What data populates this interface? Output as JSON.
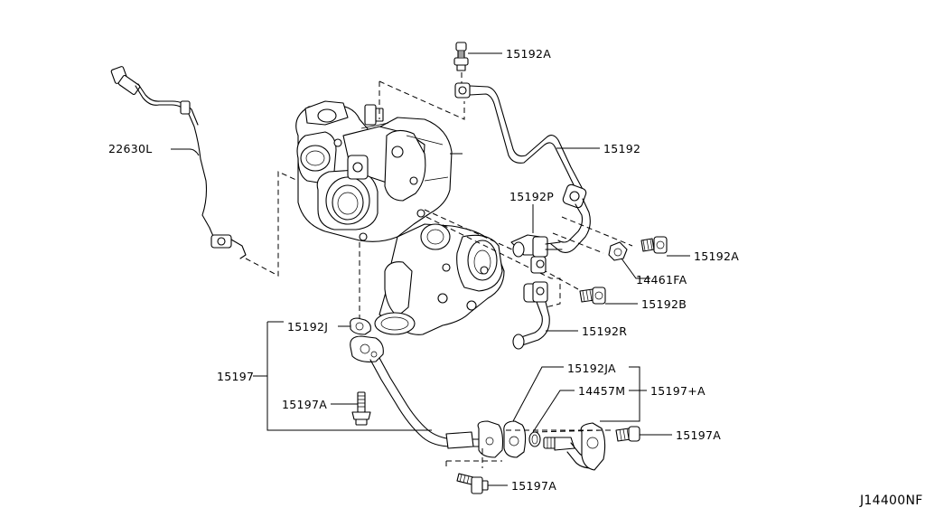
{
  "diagram": {
    "drawing_code": "J14400NF",
    "labels": {
      "p15192A_top": "15192A",
      "p15192": "15192",
      "p22630L": "22630L",
      "p15192P": "15192P",
      "p15192A_right": "15192A",
      "p14461FA": "14461FA",
      "p15192B": "15192B",
      "p15192J": "15192J",
      "p15192R": "15192R",
      "p15197": "15197",
      "p15192JA": "15192JA",
      "p14457M": "14457M",
      "p15197plusA": "15197+A",
      "p15197A_left": "15197A",
      "p15197A_right": "15197A",
      "p15197A_bottom": "15197A"
    }
  }
}
